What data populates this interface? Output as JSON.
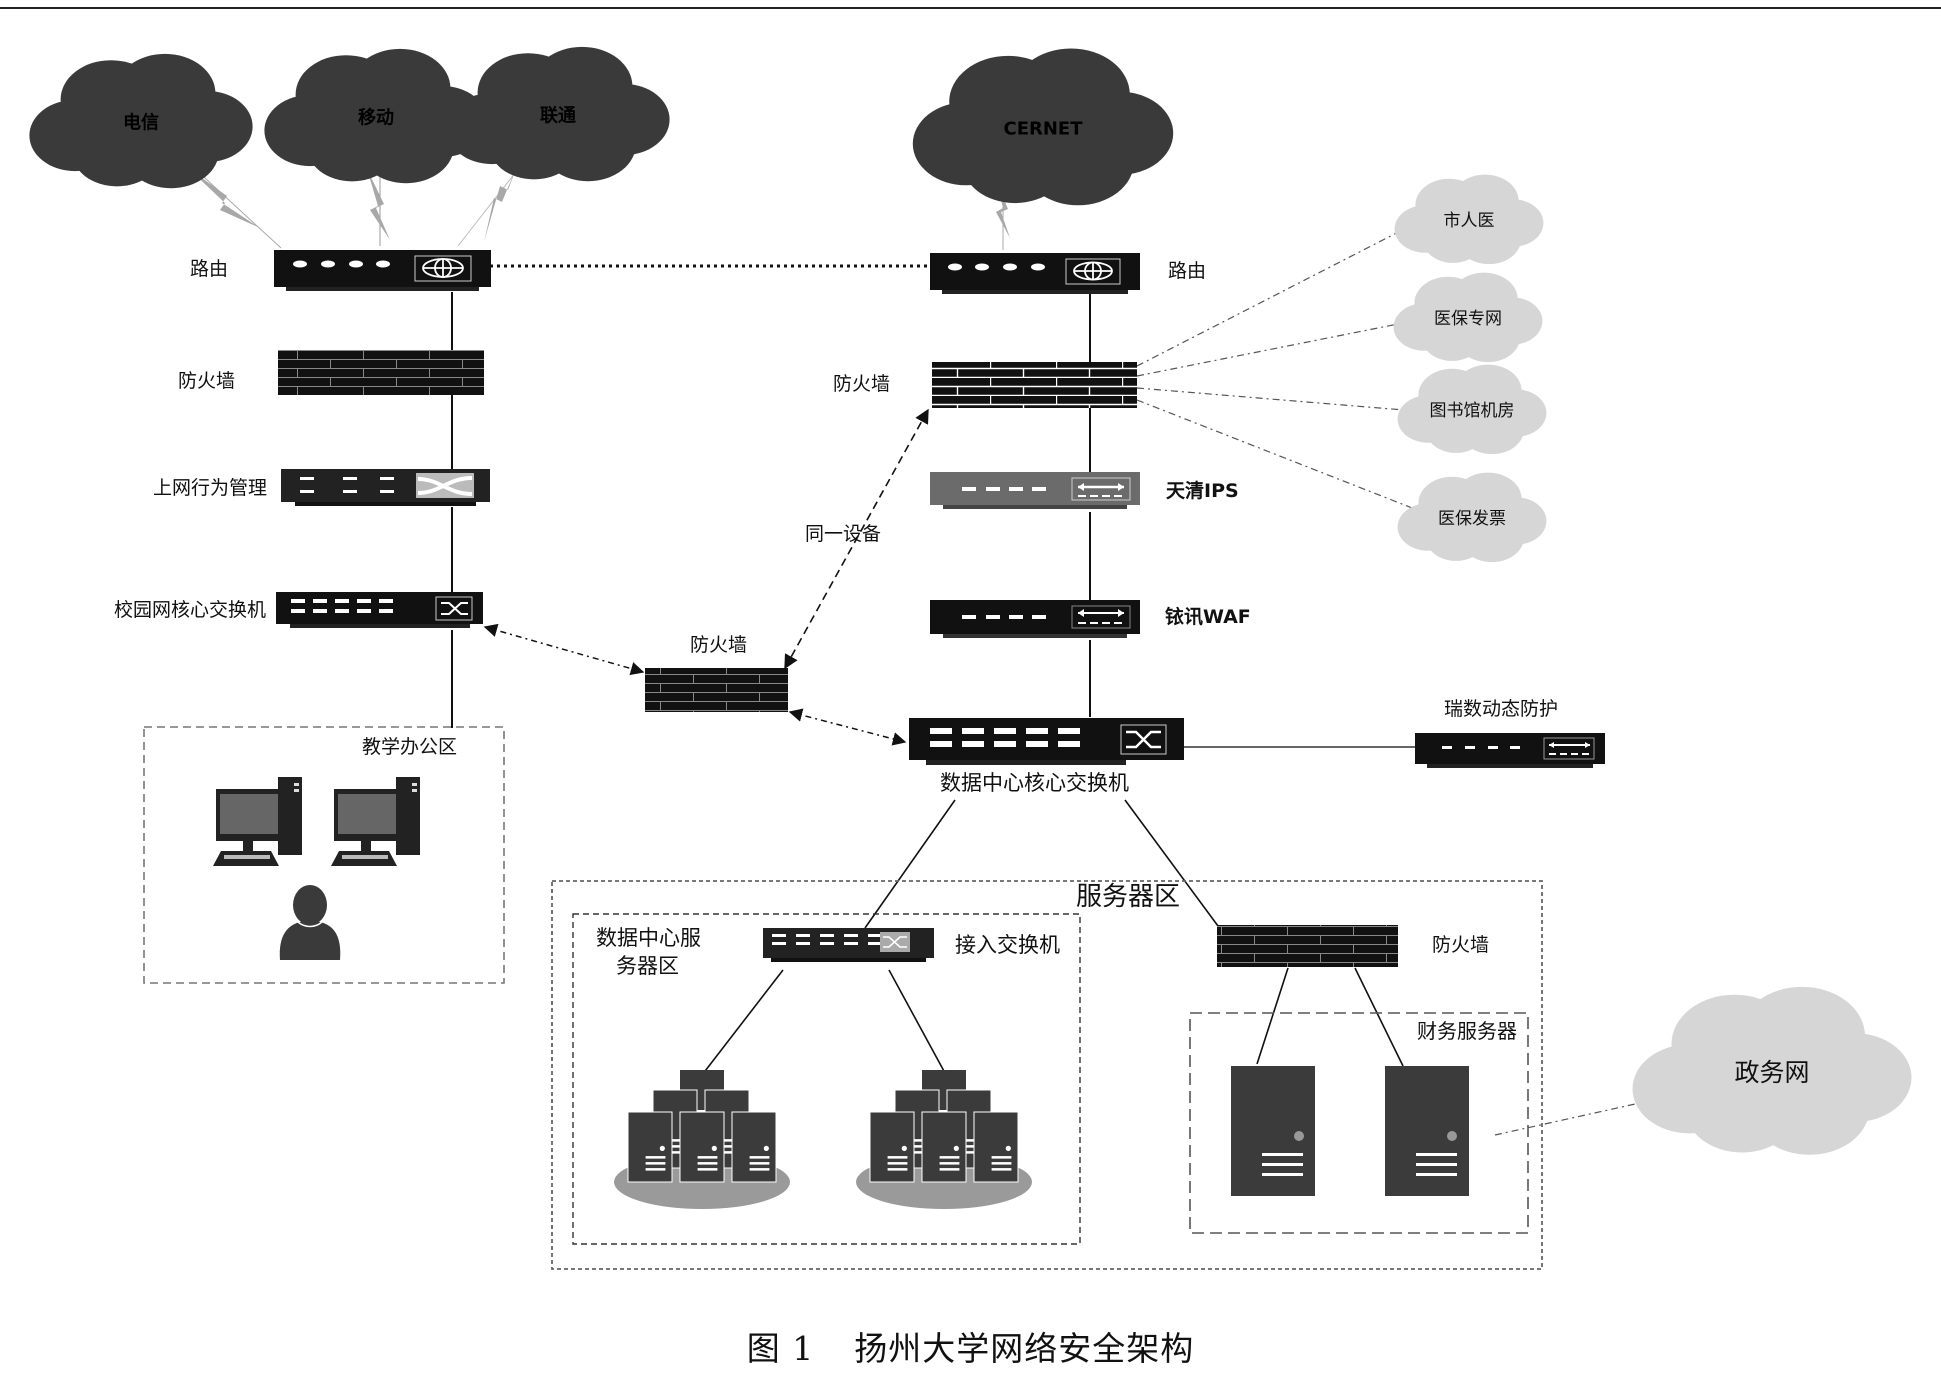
{
  "figure": {
    "caption_number": "图 1",
    "caption_title": "扬州大学网络安全架构"
  },
  "isp_clouds": [
    {
      "label": "电信"
    },
    {
      "label": "移动"
    },
    {
      "label": "联通"
    }
  ],
  "cernet_cloud": {
    "label": "CERNET"
  },
  "external_clouds": [
    {
      "label": "市人医"
    },
    {
      "label": "医保专网"
    },
    {
      "label": "图书馆机房"
    },
    {
      "label": "医保发票"
    }
  ],
  "gov_cloud": {
    "label": "政务网"
  },
  "left_chain": {
    "router": "路由",
    "firewall": "防火墙",
    "behavior_mgmt": "上网行为管理",
    "core_switch": "校园网核心交换机",
    "office_zone": "教学办公区"
  },
  "right_chain": {
    "router": "路由",
    "firewall": "防火墙",
    "ips": "天清IPS",
    "waf": "铱讯WAF",
    "core_switch": "数据中心核心交换机",
    "dynamic_protection": "瑞数动态防护"
  },
  "middle": {
    "firewall": "防火墙",
    "same_device_note": "同一设备"
  },
  "server_zone": {
    "title": "服务器区",
    "dc_zone_line1": "数据中心服",
    "dc_zone_line2": "务器区",
    "access_switch": "接入交换机",
    "firewall": "防火墙",
    "finance_servers": "财务服务器"
  },
  "colors": {
    "device_dark": "#111111",
    "device_gray": "#6b6b6b",
    "cloud_dark": "#3a3a3a",
    "cloud_light": "#d6d6d6",
    "server": "#3b3b3b",
    "server_base": "#9a9a9a",
    "lightning": "#a8a8a8"
  }
}
